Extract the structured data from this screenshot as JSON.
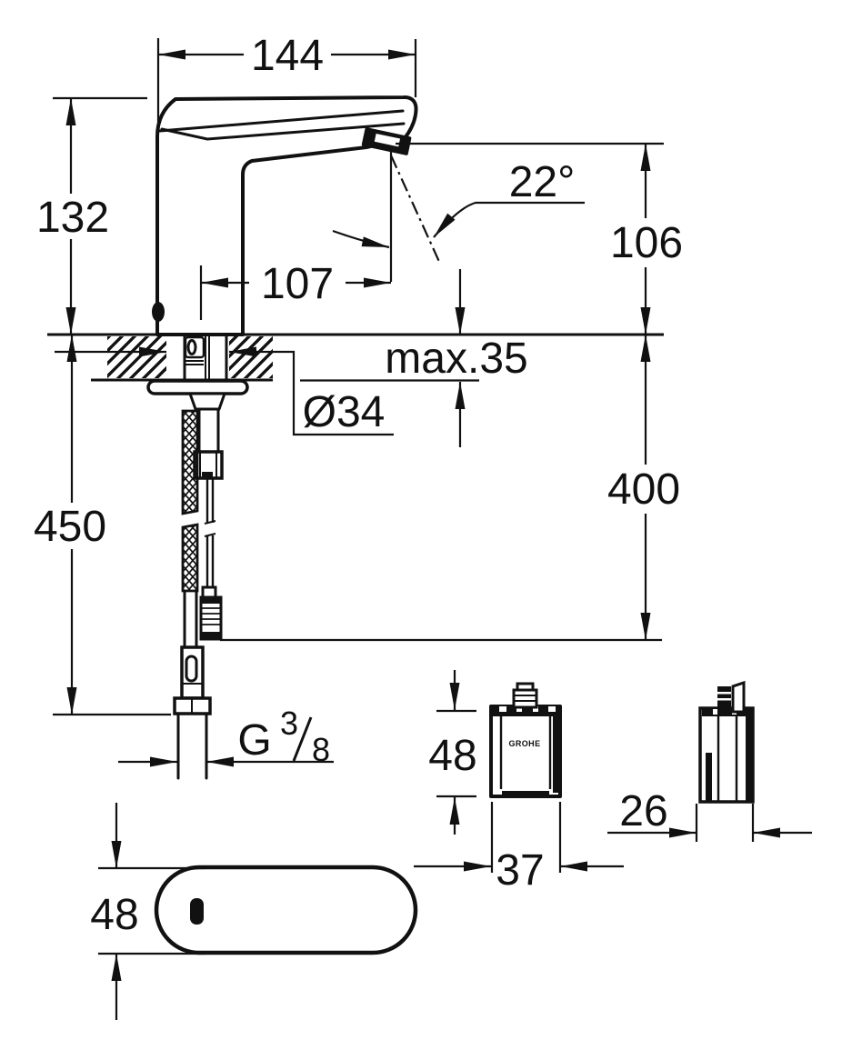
{
  "drawing": {
    "labels": {
      "spout_projection": "144",
      "spout_height": "132",
      "sensor_to_outlet": "107",
      "spray_angle": "22°",
      "outlet_to_deck": "106",
      "deck_thickness": "max.35",
      "hole_diameter": "Ø34",
      "hose_length": "450",
      "connection_drop": "400",
      "thread_letter": "G",
      "thread_numerator": "3",
      "thread_denominator": "8",
      "control_box_height": "48",
      "control_box_width": "37",
      "control_box_depth": "26",
      "base_width": "48",
      "brand_logo": "GROHE"
    }
  }
}
